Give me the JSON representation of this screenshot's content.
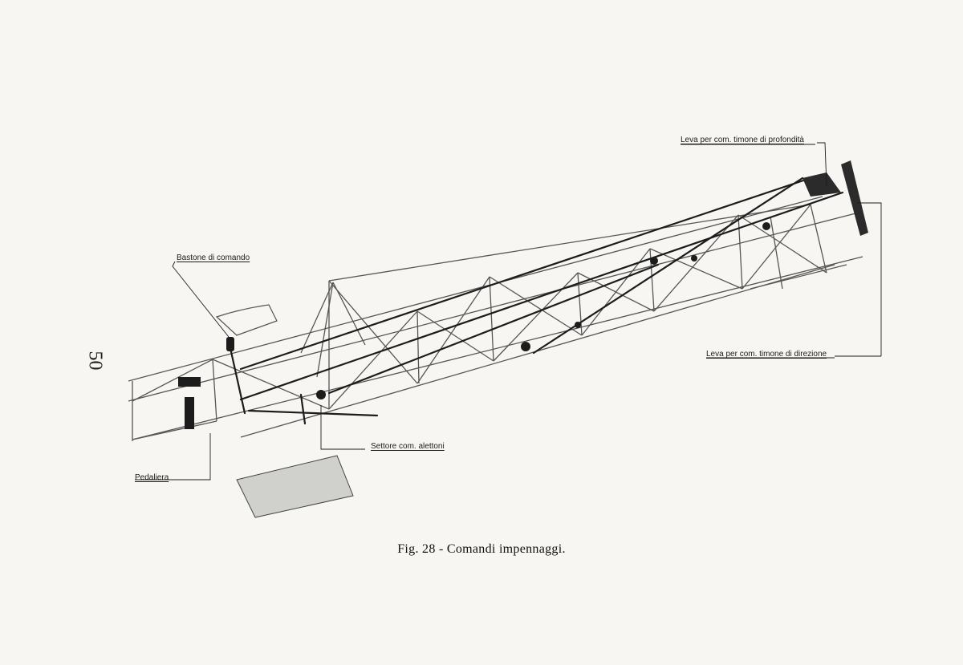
{
  "page_number": "50",
  "caption": "Fig. 28 - Comandi impennaggi.",
  "labels": {
    "leva_profondita": "Leva per com. timone di profondità",
    "bastone_comando": "Bastone di comando",
    "leva_direzione": "Leva per com. timone di direzione",
    "settore_alettoni": "Settore com. alettoni",
    "pedaliera": "Pedaliera"
  },
  "colors": {
    "ink": "#1c1c1c",
    "paper": "#f7f6f2",
    "frame": "#555555"
  }
}
